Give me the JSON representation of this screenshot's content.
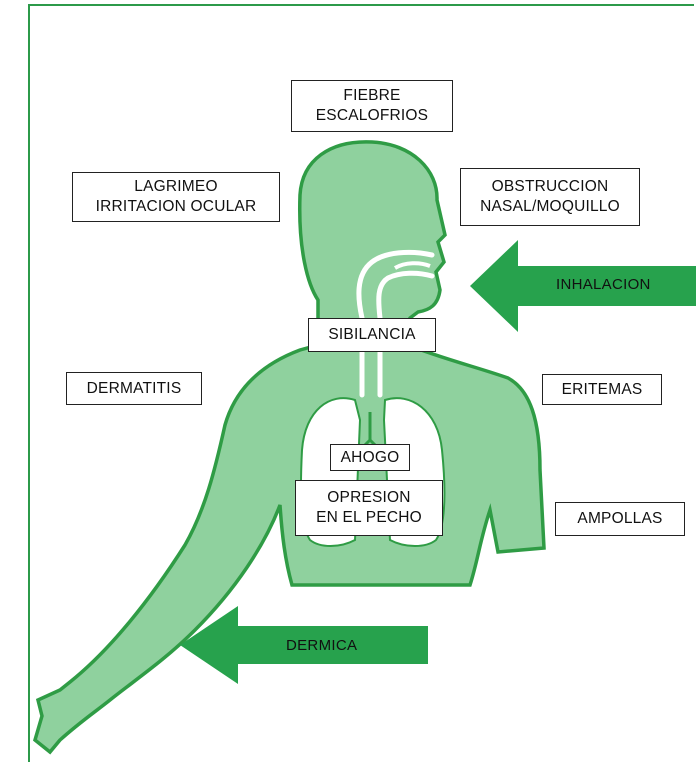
{
  "colors": {
    "body_fill": "#8fd19e",
    "outline": "#2f9c45",
    "arrow_fill": "#27a24d",
    "frame": "#2c9a4a"
  },
  "labels": {
    "fever": [
      "FIEBRE",
      "ESCALOFRIOS"
    ],
    "tearing": [
      "LAGRIMEO",
      "IRRITACION OCULAR"
    ],
    "nasal": [
      "OBSTRUCCION",
      "NASAL/MOQUILLO"
    ],
    "wheezing": "SIBILANCIA",
    "dermatitis": "DERMATITIS",
    "erythema": "ERITEMAS",
    "choking": "AHOGO",
    "chest": [
      "OPRESION",
      "EN EL PECHO"
    ],
    "blisters": "AMPOLLAS"
  },
  "arrows": {
    "inhalation": "INHALACION",
    "dermal": "DERMICA"
  }
}
